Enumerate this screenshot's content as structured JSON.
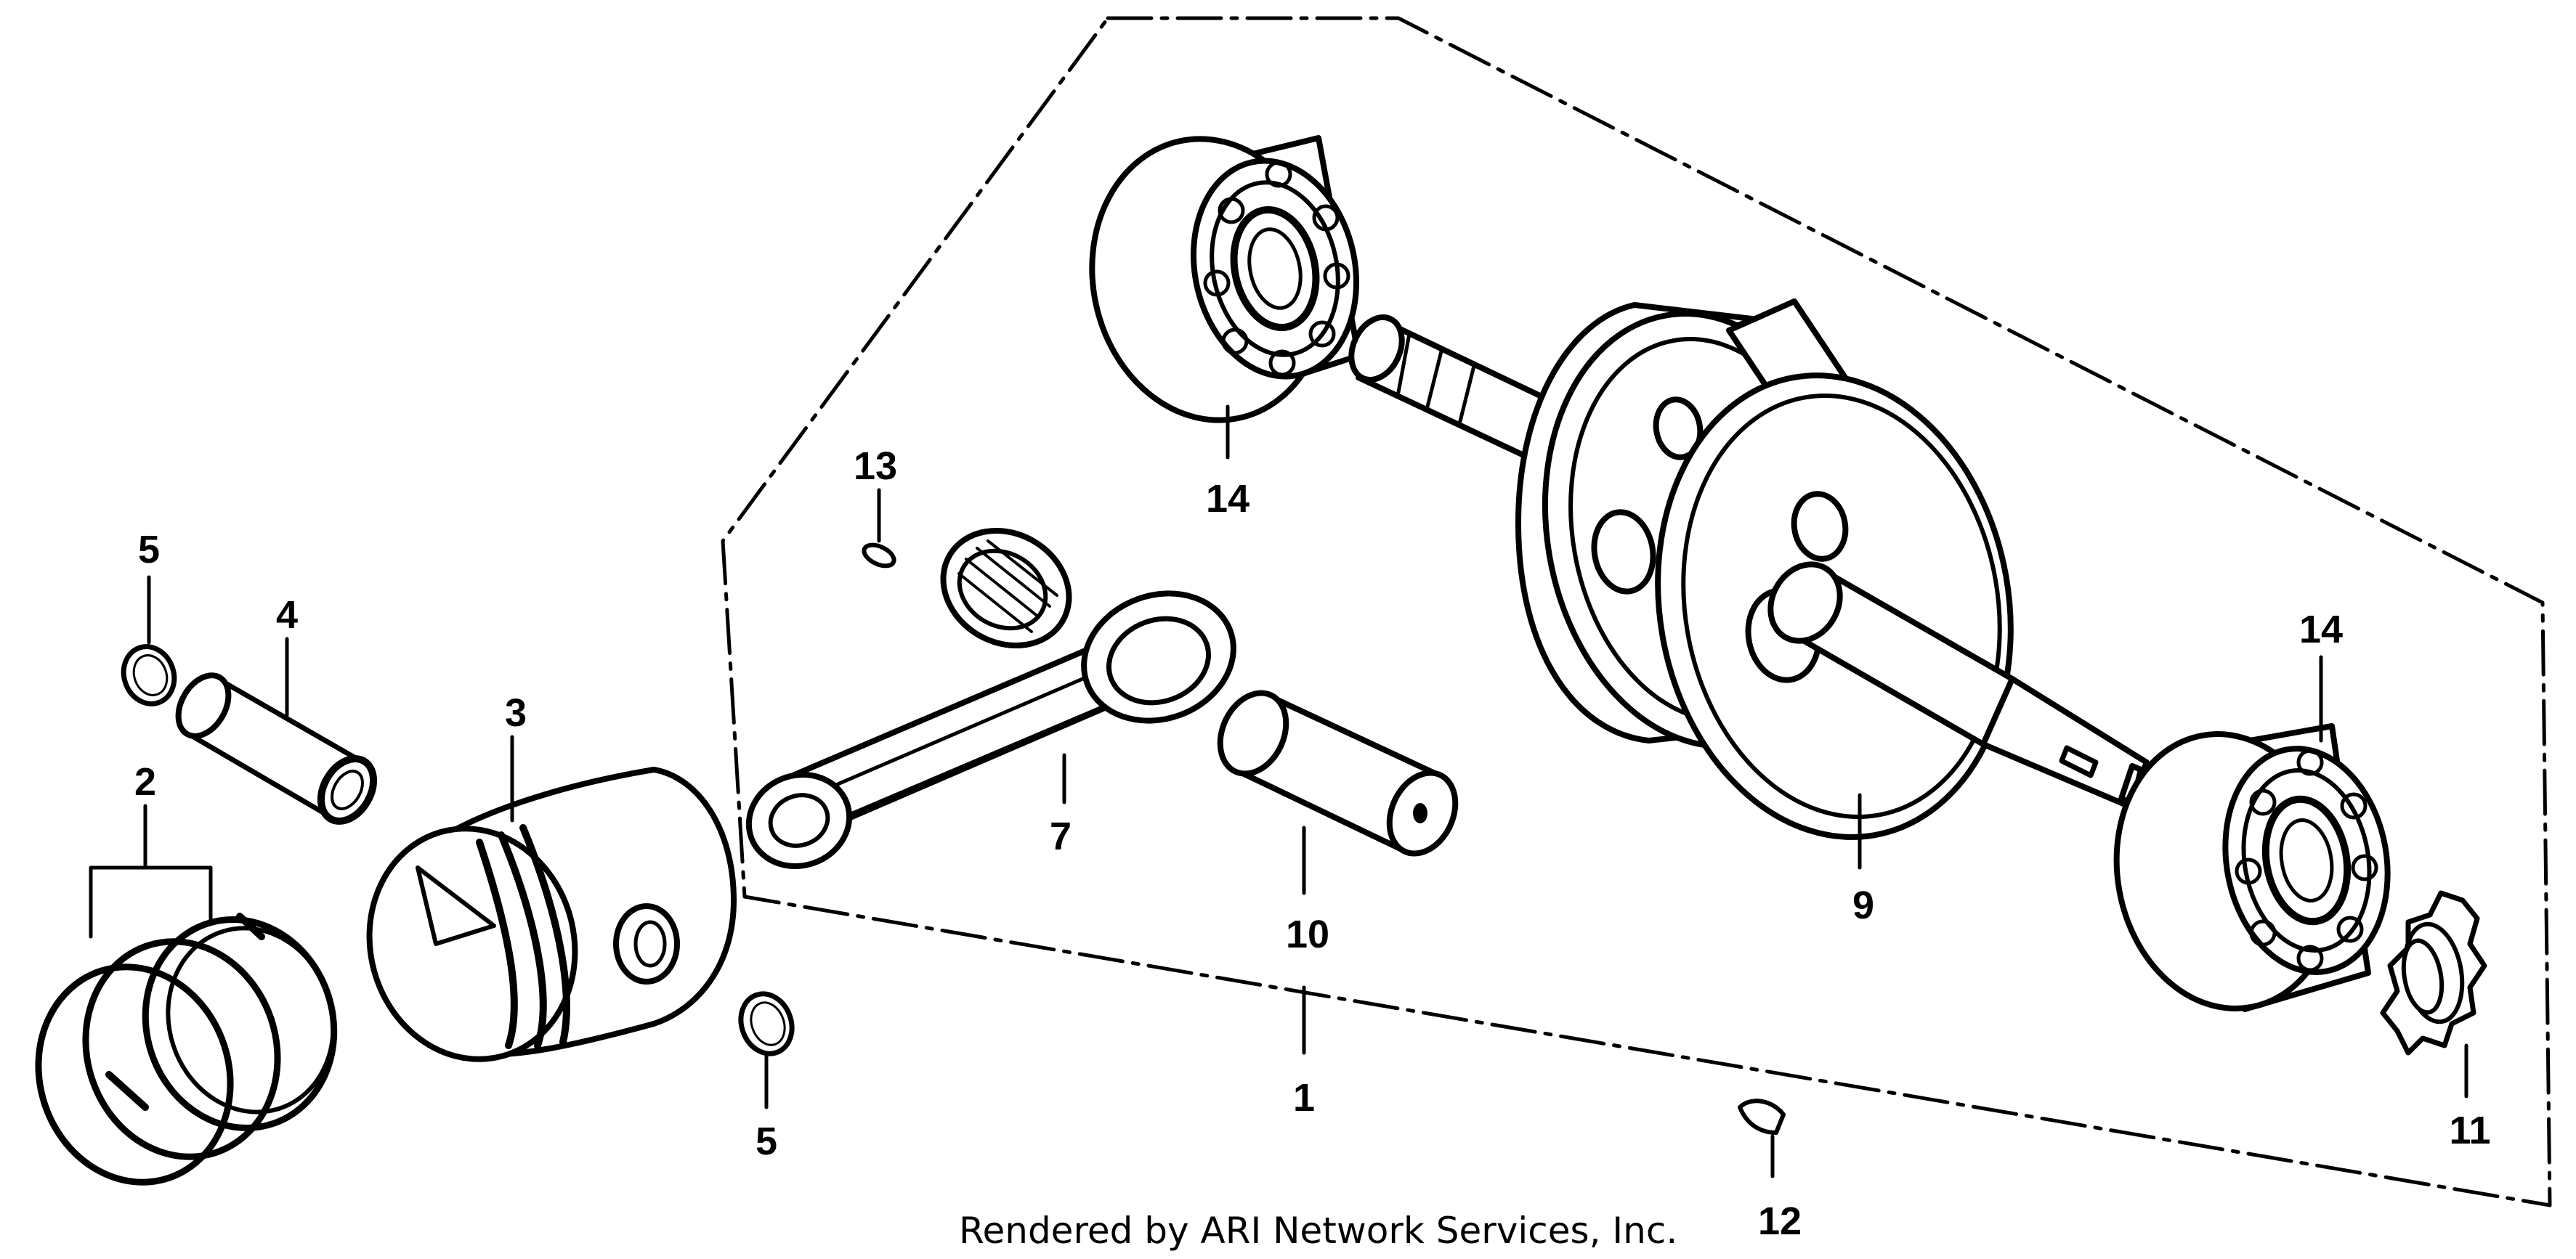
{
  "diagram": {
    "footer_credit": "Rendered by ARI Network Services, Inc.",
    "callouts": {
      "c1": "1",
      "c2": "2",
      "c3": "3",
      "c4": "4",
      "c5_top": "5",
      "c5_bottom": "5",
      "c7": "7",
      "c9": "9",
      "c10": "10",
      "c11": "11",
      "c12": "12",
      "c13": "13",
      "c14_top": "14",
      "c14_right": "14"
    },
    "colors": {
      "ink": "#000000",
      "paper": "#ffffff"
    }
  }
}
